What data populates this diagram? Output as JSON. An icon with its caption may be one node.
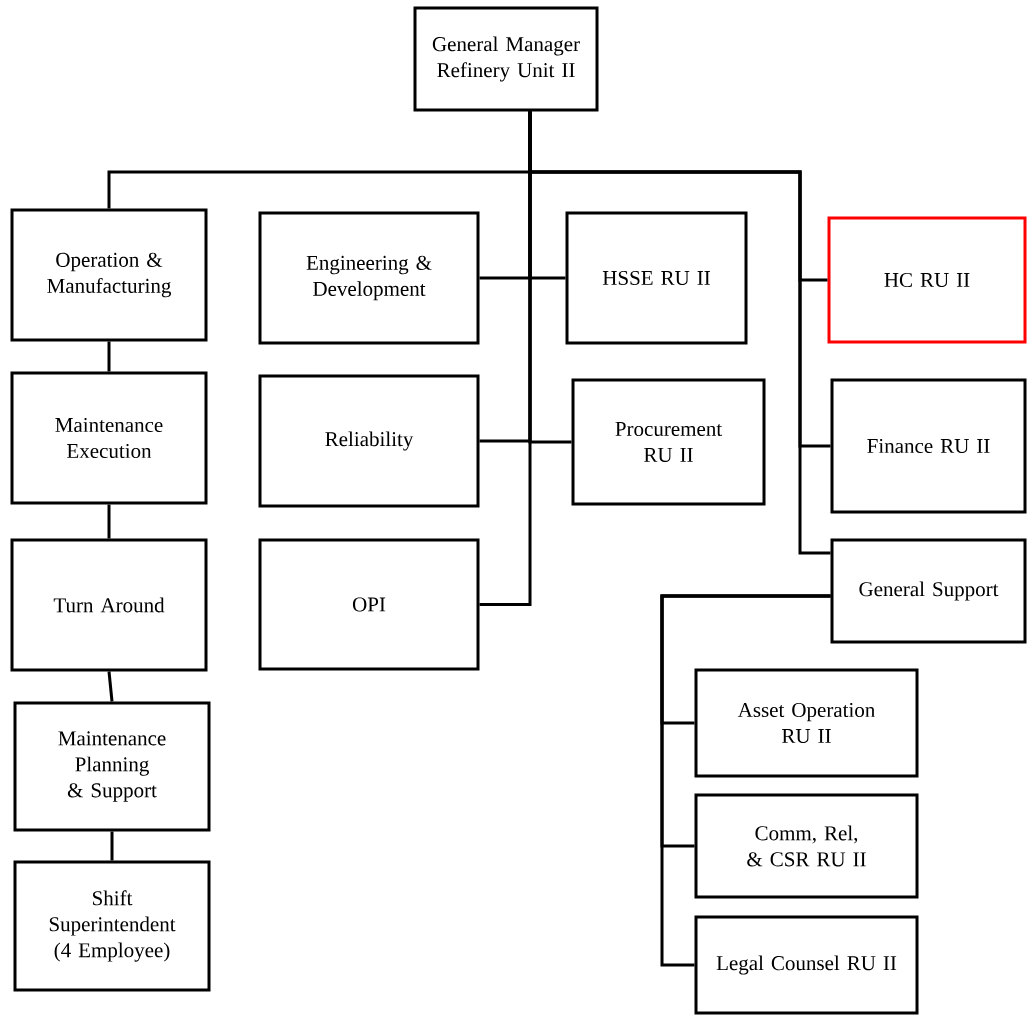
{
  "diagram": {
    "nodes": [
      {
        "text": [
          "General Manager Refinery Unit II"
        ]
      },
      {
        "text": [
          "Operation & Manufacturing"
        ]
      },
      {
        "text": [
          "Maintenance Execution"
        ]
      },
      {
        "text": [
          "Turn Around"
        ]
      },
      {
        "text": [
          "Maintenance Planning & Support"
        ]
      },
      {
        "text": [
          "Shift Superintendent (4 Employee)"
        ]
      },
      {
        "text": [
          "Engineering & Development"
        ]
      },
      {
        "text": [
          "HSSE RU II"
        ]
      },
      {
        "text": [
          "Reliability"
        ]
      },
      {
        "text": [
          "Procurement RU II"
        ]
      },
      {
        "text": [
          "OPI"
        ]
      },
      {
        "text": [
          "HC RU II"
        ]
      },
      {
        "text": [
          "Finance RU II"
        ]
      },
      {
        "text": [
          "General Support"
        ]
      },
      {
        "text": [
          "Asset Operation RU II"
        ]
      },
      {
        "text": [
          "Comm, Rel, & CSR RU II"
        ]
      },
      {
        "text": [
          "Legal Counsel RU II"
        ]
      }
    ],
    "edges": [
      {
        "from": 0,
        "to": 1,
        "arrow": "none"
      },
      {
        "from": 0,
        "to": 6,
        "arrow": "none"
      },
      {
        "from": 0,
        "to": 7,
        "arrow": "none"
      },
      {
        "from": 0,
        "to": 8,
        "arrow": "none"
      },
      {
        "from": 0,
        "to": 9,
        "arrow": "none"
      },
      {
        "from": 0,
        "to": 10,
        "arrow": "none"
      },
      {
        "from": 0,
        "to": 11,
        "arrow": "none"
      },
      {
        "from": 0,
        "to": 12,
        "arrow": "none"
      },
      {
        "from": 0,
        "to": 13,
        "arrow": "none"
      },
      {
        "from": 1,
        "to": 2,
        "arrow": "none"
      },
      {
        "from": 2,
        "to": 3,
        "arrow": "none"
      },
      {
        "from": 3,
        "to": 4,
        "arrow": "none"
      },
      {
        "from": 4,
        "to": 5,
        "arrow": "none"
      },
      {
        "from": 13,
        "to": 14,
        "arrow": "none"
      },
      {
        "from": 13,
        "to": 15,
        "arrow": "none"
      },
      {
        "from": 13,
        "to": 16,
        "arrow": "none"
      }
    ]
  }
}
